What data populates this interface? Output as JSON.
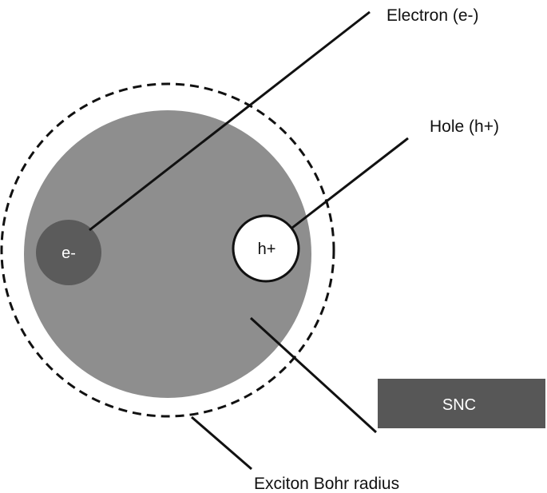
{
  "labels": {
    "electron": "Electron (e-)",
    "hole": "Hole (h+)",
    "exciton_bohr_radius": "Exciton Bohr radius",
    "snc": "SNC",
    "electron_particle": "e-",
    "hole_particle": "h+"
  },
  "colors": {
    "nanocrystal_fill": "#8e8e8e",
    "electron_fill": "#5b5b5b",
    "snc_box_fill": "#575757",
    "hole_fill": "#ffffff",
    "line": "#111111"
  }
}
